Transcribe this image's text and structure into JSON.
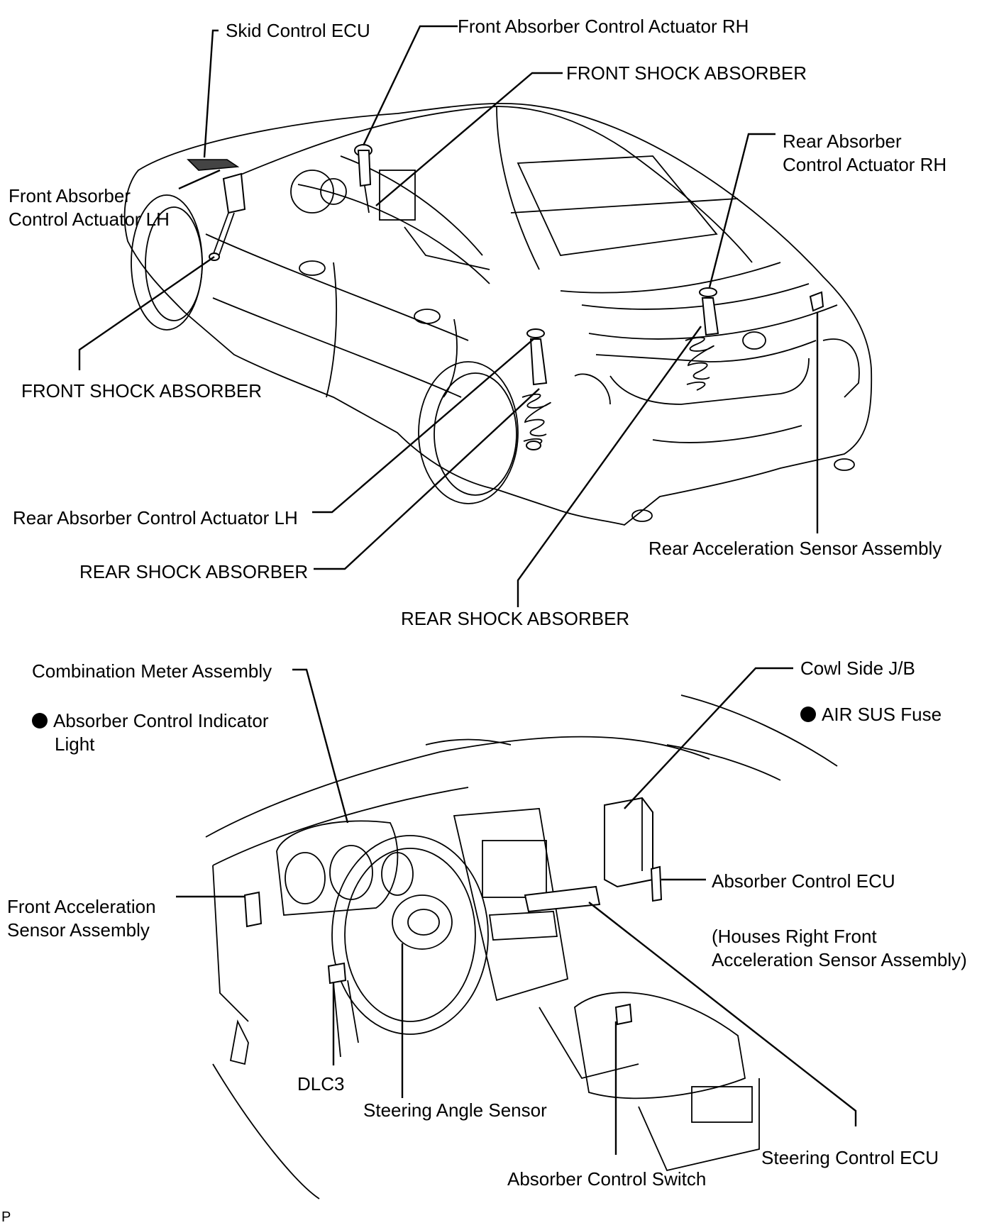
{
  "vehicle_labels": {
    "skid_control_ecu": "Skid Control ECU",
    "front_actuator_rh": "Front Absorber Control Actuator RH",
    "front_shock_top": "FRONT SHOCK ABSORBER",
    "rear_actuator_rh": [
      "Rear Absorber",
      "Control Actuator RH"
    ],
    "front_actuator_lh": [
      "Front Absorber",
      "Control Actuator LH"
    ],
    "front_shock_left": "FRONT SHOCK ABSORBER",
    "rear_actuator_lh": "Rear Absorber Control Actuator LH",
    "rear_shock_left": "REAR SHOCK ABSORBER",
    "rear_accel_sensor": "Rear Acceleration Sensor Assembly",
    "rear_shock_bottom": "REAR SHOCK ABSORBER"
  },
  "dashboard_labels": {
    "combination_meter": "Combination Meter Assembly",
    "indicator_light": [
      "Absorber Control Indicator",
      "Light"
    ],
    "cowl_side_jb": "Cowl Side J/B",
    "air_sus_fuse": "AIR SUS Fuse",
    "front_accel_sensor": [
      "Front Acceleration",
      "Sensor Assembly"
    ],
    "absorber_control_ecu": "Absorber Control ECU",
    "houses_note": [
      "(Houses Right Front",
      "Acceleration Sensor Assembly)"
    ],
    "dlc3": "DLC3",
    "steering_angle_sensor": "Steering Angle Sensor",
    "steering_control_ecu": "Steering Control ECU",
    "absorber_control_switch": "Absorber Control Switch"
  },
  "footer_code": "P"
}
